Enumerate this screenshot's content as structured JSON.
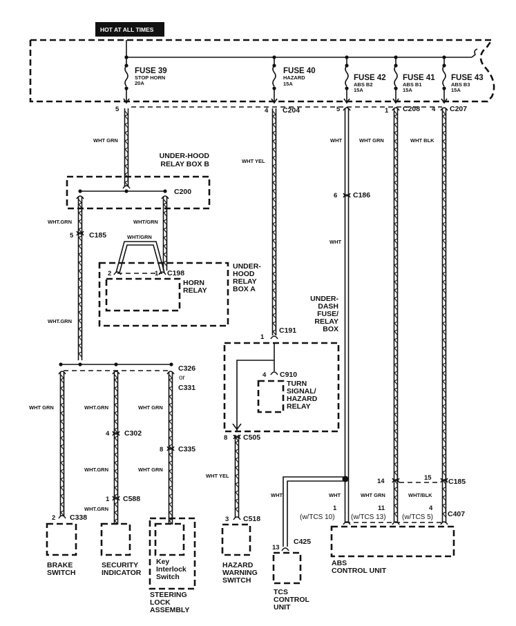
{
  "header": {
    "label": "HOT AT ALL TIMES"
  },
  "fuses": [
    {
      "name": "FUSE 39",
      "circuit": "STOP HORN",
      "rating": "20A"
    },
    {
      "name": "FUSE 40",
      "circuit": "HAZARD",
      "rating": "15A"
    },
    {
      "name": "FUSE 42",
      "circuit": "ABS B2",
      "rating": "15A"
    },
    {
      "name": "FUSE 41",
      "circuit": "ABS B1",
      "rating": "15A"
    },
    {
      "name": "FUSE 43",
      "circuit": "ABS B3",
      "rating": "15A"
    }
  ],
  "connectors": {
    "c204": "C204",
    "c208": "C208",
    "c207": "C207",
    "c200": "C200",
    "c185": "C185",
    "c198": "C198",
    "c186": "C186",
    "c191": "C191",
    "c910": "C910",
    "c505": "C505",
    "c326": "C326",
    "or": "or",
    "c331": "C331",
    "c302": "C302",
    "c588": "C588",
    "c335": "C335",
    "c338": "C338",
    "c518": "C518",
    "c425": "C425",
    "c407": "C407",
    "c185b": "C185"
  },
  "pins": {
    "p5a": "5",
    "p4a": "4",
    "p5b": "5",
    "p1a": "1",
    "p4b": "4",
    "p5c": "5",
    "p2": "2",
    "p1b": "1",
    "p6": "6",
    "p1c": "1",
    "p4c": "4",
    "p8a": "8",
    "p4d": "4",
    "p8b": "8",
    "p1d": "1",
    "p2b": "2",
    "p3": "3",
    "p13": "13",
    "p14": "14",
    "p15": "15",
    "p1e": "1",
    "p11": "11",
    "p4e": "4"
  },
  "tcs_pins": {
    "a": "(w/TCS 10)",
    "b": "(w/TCS 13)",
    "c": "(w/TCS 5)"
  },
  "wire_colors": {
    "w1": "WHT GRN",
    "w2": "WHT YEL",
    "w3": "WHT",
    "w4": "WHT GRN",
    "w5": "WHT BLK",
    "w6": "WHT.GRN",
    "w7": "WHT/GRN",
    "w8": "WHT/GRN",
    "w9": "WHT.GRN",
    "w10": "WHT",
    "w11": "WHT GRN",
    "w12": "WHT.GRN",
    "w13": "WHT GRN",
    "w14": "WHT.GRN",
    "w15": "WHT GRN",
    "w16": "WHT.GRN",
    "w17": "WHT YEL",
    "w18": "WHT",
    "w19": "WHT",
    "w20": "WHT GRN",
    "w21": "WHT/BLK"
  },
  "components": {
    "relay_box_b": [
      "UNDER-HOOD",
      "RELAY BOX B"
    ],
    "relay_box_a": [
      "UNDER-",
      "HOOD",
      "RELAY",
      "BOX A"
    ],
    "horn_relay": [
      "HORN",
      "RELAY"
    ],
    "underdash": [
      "UNDER-",
      "DASH",
      "FUSE/",
      "RELAY",
      "BOX"
    ],
    "turn_relay": [
      "TURN",
      "SIGNAL/",
      "HAZARD",
      "RELAY"
    ],
    "brake": [
      "BRAKE",
      "SWITCH"
    ],
    "security": [
      "SECURITY",
      "INDICATOR"
    ],
    "key_interlock": [
      "Key",
      "Interlock",
      "Switch"
    ],
    "steering": [
      "STEERING",
      "LOCK",
      "ASSEMBLY"
    ],
    "hazard_switch": [
      "HAZARD",
      "WARNING",
      "SWITCH"
    ],
    "tcs": [
      "TCS",
      "CONTROL",
      "UNIT"
    ],
    "abs": [
      "ABS",
      "CONTROL UNIT"
    ]
  }
}
